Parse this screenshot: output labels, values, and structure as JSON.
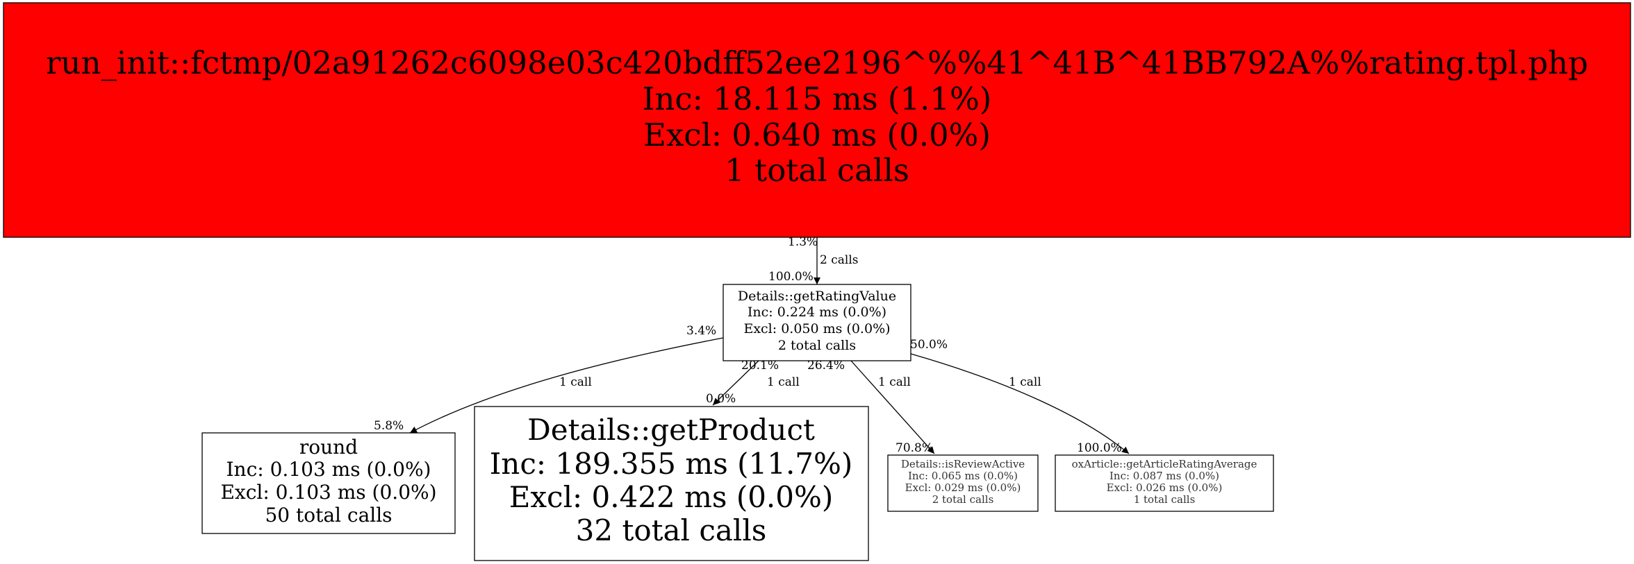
{
  "colors": {
    "root_fill": "#ff0000",
    "node_fill": "#ffffff",
    "stroke": "#000000",
    "small_text": "#333333"
  },
  "nodes": {
    "root": {
      "lines": [
        "run_init::fctmp/02a91262c6098e03c420bdff52ee2196^%%41^41B^41BB792A%%rating.tpl.php",
        "Inc: 18.115 ms (1.1%)",
        "Excl: 0.640 ms (0.0%)",
        "1 total calls"
      ]
    },
    "get_rating_value": {
      "lines": [
        "Details::getRatingValue",
        "Inc: 0.224 ms (0.0%)",
        "Excl: 0.050 ms (0.0%)",
        "2 total calls"
      ]
    },
    "round": {
      "lines": [
        "round",
        "Inc: 0.103 ms (0.0%)",
        "Excl: 0.103 ms (0.0%)",
        "50 total calls"
      ]
    },
    "get_product": {
      "lines": [
        "Details::getProduct",
        "Inc: 189.355 ms (11.7%)",
        "Excl: 0.422 ms (0.0%)",
        "32 total calls"
      ]
    },
    "is_review_active": {
      "lines": [
        "Details::isReviewActive",
        "Inc: 0.065 ms (0.0%)",
        "Excl: 0.029 ms (0.0%)",
        "2 total calls"
      ]
    },
    "get_article_rating_average": {
      "lines": [
        "oxArticle::getArticleRatingAverage",
        "Inc: 0.087 ms (0.0%)",
        "Excl: 0.026 ms (0.0%)",
        "1 total calls"
      ]
    }
  },
  "edges": {
    "root_to_rating": {
      "tail": "1.3%",
      "label": "2 calls",
      "head": "100.0%"
    },
    "rating_to_round": {
      "tail": "3.4%",
      "label": "1 call",
      "head": "5.8%"
    },
    "rating_to_product": {
      "tail": "20.1%",
      "label": "1 call",
      "head": "0.0%"
    },
    "rating_to_review": {
      "tail": "26.4%",
      "label": "1 call",
      "head": "70.8%"
    },
    "rating_to_average": {
      "tail": "50.0%",
      "label": "1 call",
      "head": "100.0%"
    }
  }
}
